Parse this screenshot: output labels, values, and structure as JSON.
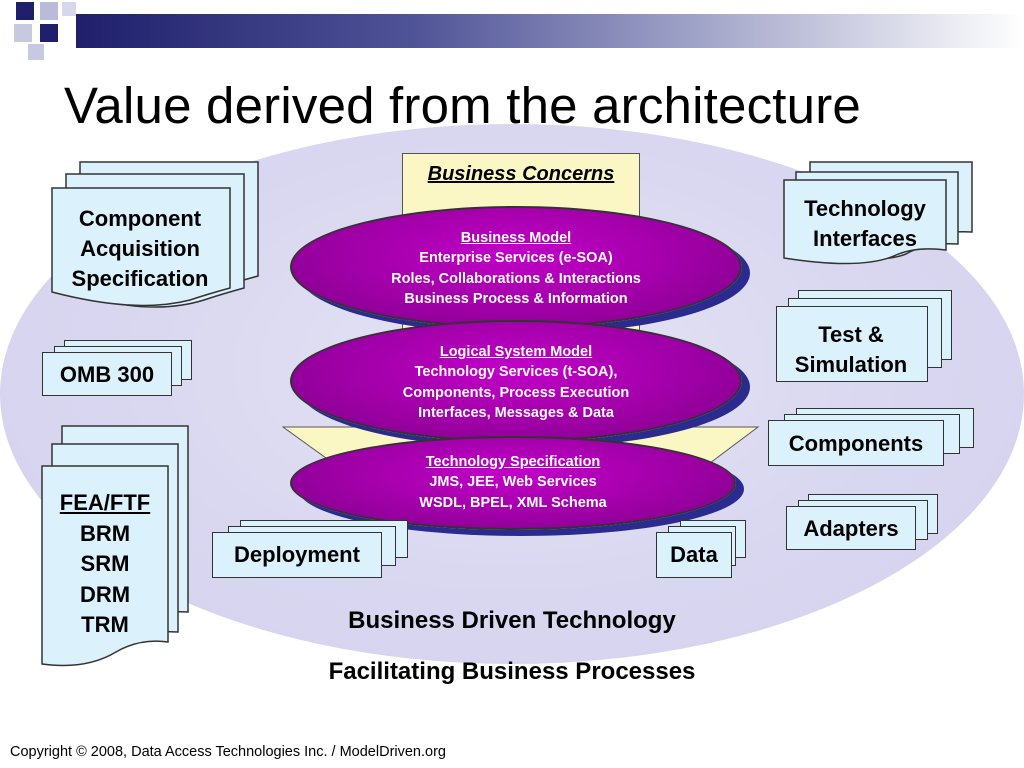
{
  "slide": {
    "title": "Value derived from the architecture",
    "business_concerns": "Business Concerns",
    "layers": [
      {
        "heading": "Business Model",
        "lines": [
          "Enterprise Services (e-SOA)",
          "Roles, Collaborations & Interactions",
          "Business Process & Information"
        ]
      },
      {
        "heading": "Logical System Model",
        "lines": [
          "Technology Services (t-SOA),",
          "Components, Process Execution",
          "Interfaces, Messages & Data"
        ]
      },
      {
        "heading": "Technology Specification",
        "lines": [
          "JMS, JEE, Web Services",
          "WSDL, BPEL, XML Schema"
        ]
      }
    ],
    "left_docs": {
      "component_acquisition": [
        "Component",
        "Acquisition",
        "Specification"
      ],
      "omb": "OMB 300",
      "fea": {
        "heading": "FEA/FTF",
        "items": [
          "BRM",
          "SRM",
          "DRM",
          "TRM"
        ]
      }
    },
    "right_docs": {
      "technology_interfaces": [
        "Technology",
        "Interfaces"
      ],
      "test_simulation": [
        "Test &",
        "Simulation"
      ],
      "components": "Components",
      "adapters": "Adapters"
    },
    "bottom_docs": {
      "deployment": "Deployment",
      "data": "Data"
    },
    "captions": {
      "line1": "Business Driven Technology",
      "line2": "Facilitating Business Processes"
    },
    "copyright": "Copyright © 2008, Data Access Technologies Inc. / ModelDriven.org",
    "colors": {
      "oval_fill": "#a300aa",
      "oval_shadow": "#2b2a8e",
      "doc_fill": "#dbf2fd",
      "business_concerns_fill": "#fbf7c5",
      "background_ellipse": "#d9d7f0",
      "header_bar_dark": "#1f1f6b"
    }
  }
}
